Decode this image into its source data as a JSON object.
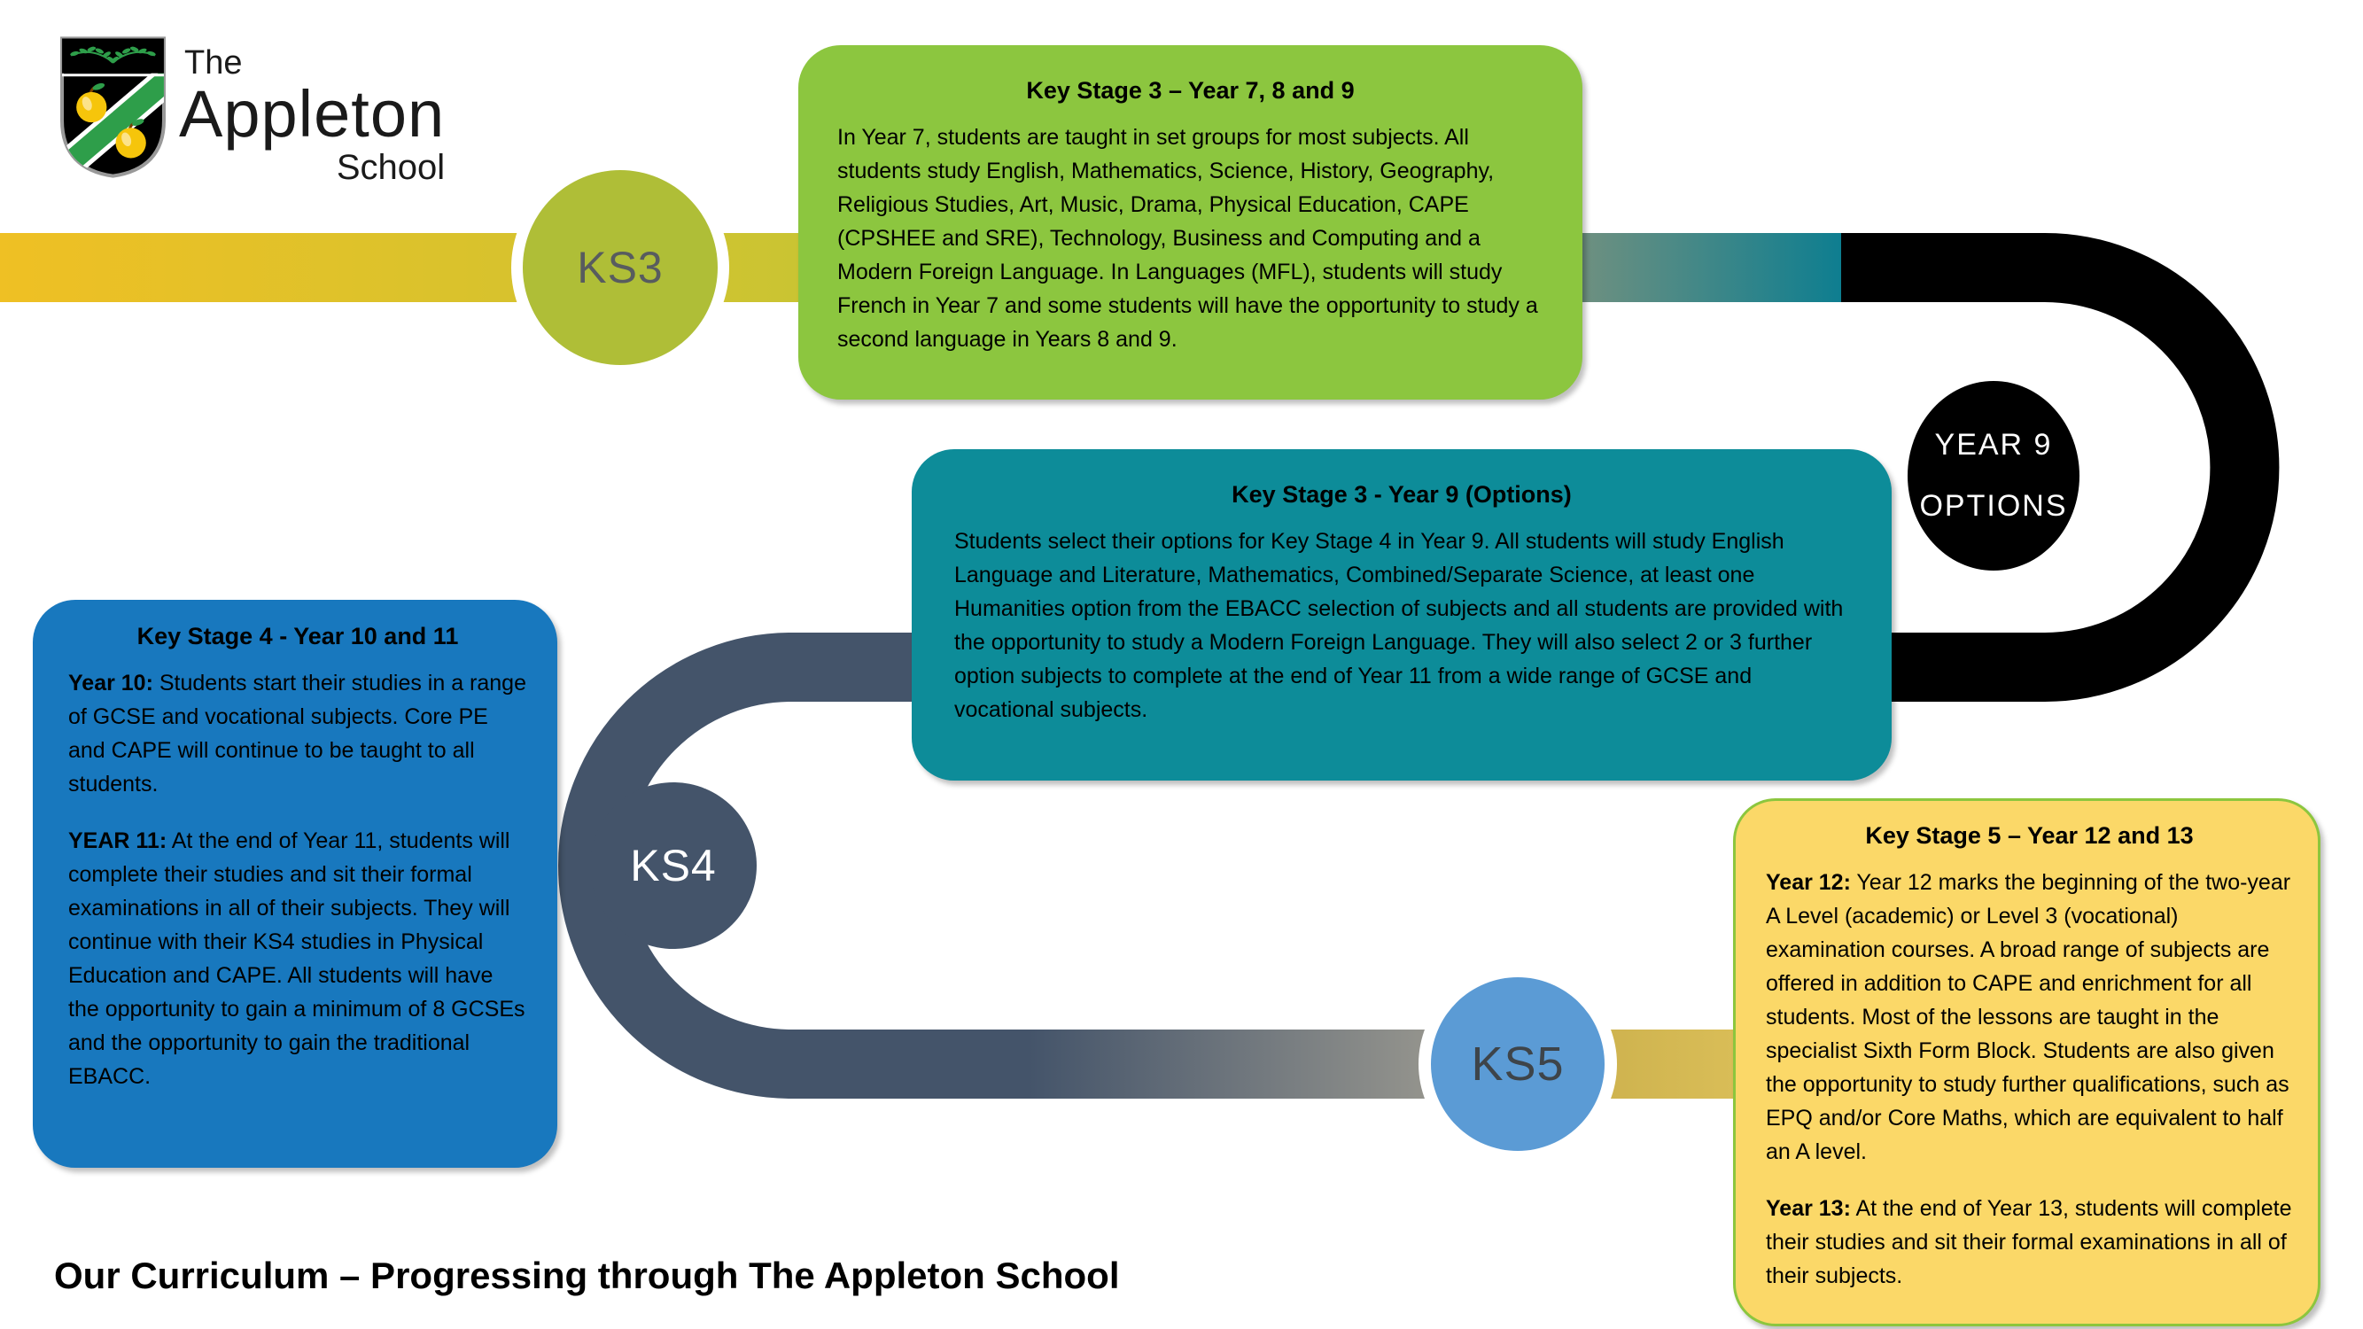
{
  "logo": {
    "line1": "The",
    "line2": "Appleton",
    "line3": "School"
  },
  "heading": "Our Curriculum – Progressing through The Appleton School",
  "nodes": {
    "ks3": "KS3",
    "ks4": "KS4",
    "ks5": "KS5",
    "year9_line1": "YEAR 9",
    "year9_line2": "OPTIONS"
  },
  "boxes": {
    "ks3": {
      "title": "Key Stage 3 – Year 7, 8 and 9",
      "body": "In Year 7, students are taught in set groups for most subjects.  All students study English, Mathematics, Science, History, Geography, Religious Studies, Art, Music, Drama, Physical Education, CAPE (CPSHEE and SRE), Technology, Business and Computing and a Modern Foreign Language. In Languages (MFL), students will study French in Year 7 and some students will have the opportunity to study a second language in Years 8 and 9."
    },
    "ks3_options": {
      "title": "Key Stage 3 - Year 9 (Options)",
      "body": "Students select their options for Key Stage 4 in Year 9. All students will study English Language and Literature, Mathematics, Combined/Separate Science, at least one Humanities option from the EBACC selection of subjects and all students are provided with the opportunity to study a Modern Foreign Language. They will also select 2 or 3 further option subjects to complete at the end of Year 11 from a wide range of GCSE and vocational subjects."
    },
    "ks4": {
      "title": "Key Stage 4 - Year 10 and 11",
      "p1_label": "Year 10:",
      "p1_text": " Students start their studies in a range of GCSE and vocational subjects. Core PE and CAPE will continue to be taught to all students.",
      "p2_label": "YEAR 11:",
      "p2_text": " At the end of Year 11, students will complete their studies and sit their formal examinations in all of their subjects. They will continue with their KS4 studies in Physical Education and CAPE. All students will have the opportunity to gain a minimum of 8 GCSEs and the opportunity to gain the traditional EBACC."
    },
    "ks5": {
      "title": "Key Stage 5 – Year 12 and 13",
      "p1_label": "Year 12:",
      "p1_text": " Year 12 marks the beginning of the two-year A Level (academic) or Level 3 (vocational) examination courses. A broad range of subjects are offered in addition to CAPE and enrichment for all students. Most of the lessons are taught in the specialist Sixth Form Block. Students are also given the opportunity to study further qualifications, such as EPQ and/or Core Maths, which are equivalent to half an A level.",
      "p2_label": "Year 13:",
      "p2_text": " At the end of Year 13, students will complete their studies and sit their formal examinations in all of their subjects."
    }
  },
  "colors": {
    "gold_start": "#EFC024",
    "gold_end": "#C8C433",
    "ks3_circle": "#AFBE37",
    "ks3_label": "#585C5F",
    "green_box": "#8CC63F",
    "sage": "#6E9080",
    "teal_band": "#0E7E90",
    "teal_box": "#0D8C99",
    "black_band": "#000000",
    "slate": "#44546A",
    "gray_band": "#A6A295",
    "gold2_start": "#C7AC49",
    "gold2_end": "#D9BD57",
    "blue_box": "#1878BE",
    "ks5_circle": "#5B9BD5",
    "ks5_label": "#3E4449",
    "yellow_box": "#FBD868",
    "yellow_border": "#8CC63E",
    "crest_green": "#2E9E4A",
    "apple_yellow": "#F6C50B"
  }
}
